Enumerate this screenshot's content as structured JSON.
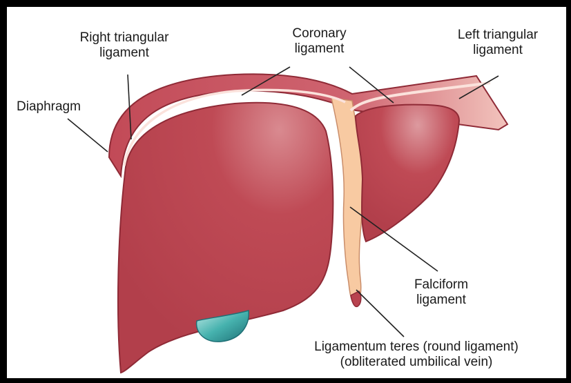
{
  "diagram": {
    "labels": {
      "right_triangular": [
        "Right triangular",
        "ligament"
      ],
      "coronary": [
        "Coronary",
        "ligament"
      ],
      "left_triangular": [
        "Left triangular",
        "ligament"
      ],
      "diaphragm": "Diaphragm",
      "falciform": [
        "Falciform",
        "ligament"
      ],
      "teres": [
        "Ligamentum teres (round ligament)",
        "(obliterated umbilical vein)"
      ]
    },
    "colors": {
      "liver": "#b8434f",
      "liver_dark": "#8f2a36",
      "diaphragm": "#c94f5b",
      "ligament": "#f7c9a0",
      "gallbladder": "#3fa9a6",
      "leader": "#222222"
    }
  }
}
